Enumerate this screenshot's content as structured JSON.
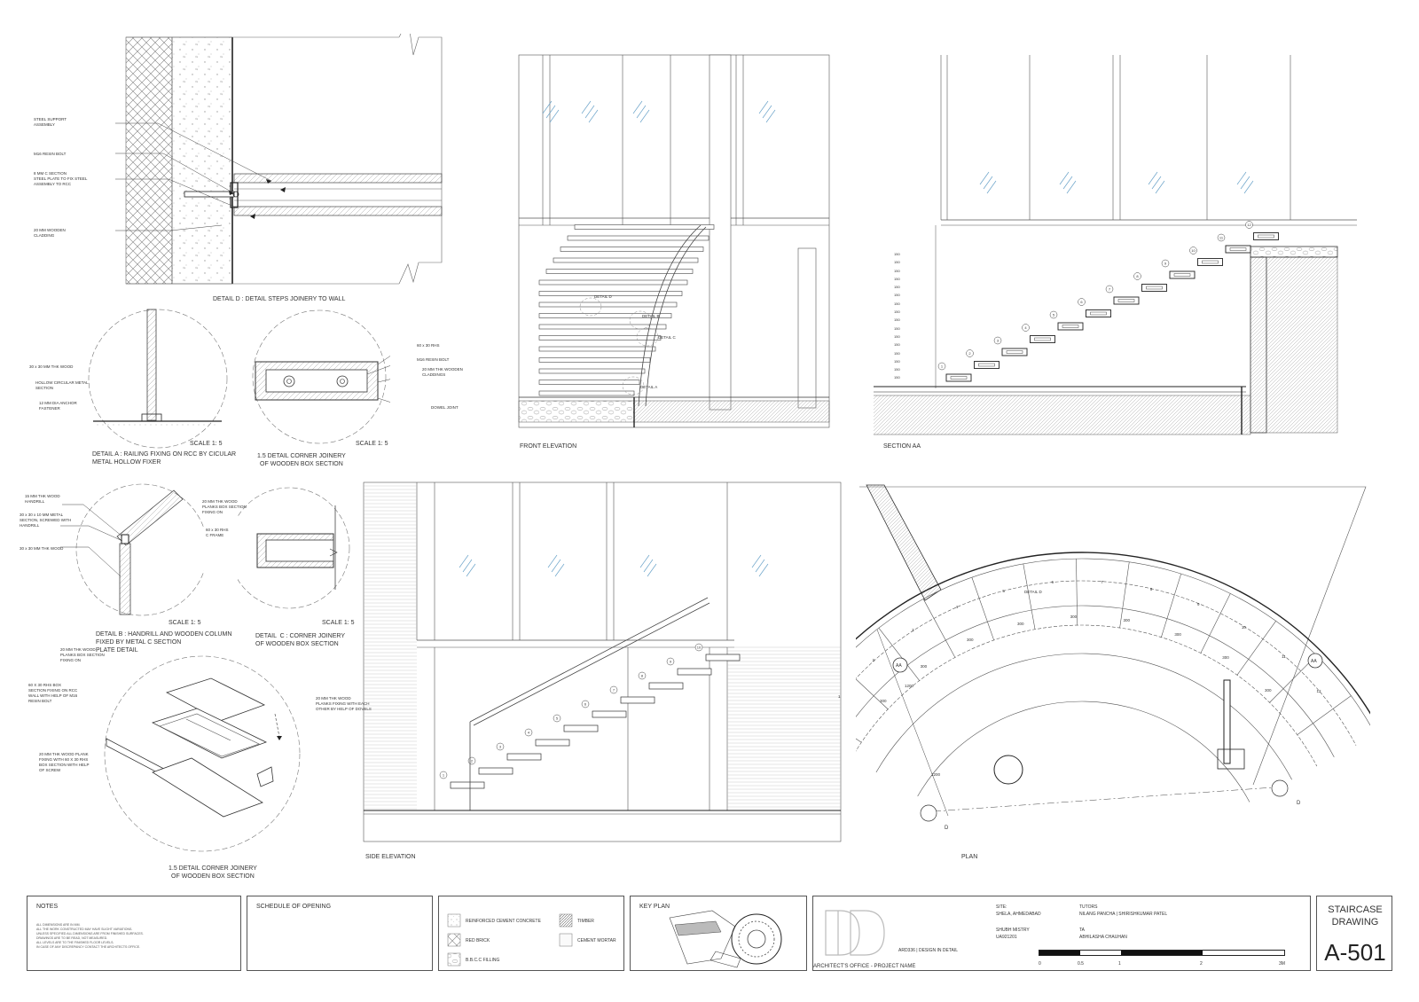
{
  "detail_d": {
    "title": "DETAIL D : DETAIL STEPS JOINERY TO WALL",
    "notes": [
      "STEEL SUPPORT\nASSEMBLY",
      "M16 RESIN BOLT",
      "8 MM C SECTION\nSTEEL PLATE TO FIX STEEL\nASSEMBLY TO RCC",
      "20 MM WOODEN\nCLADDING"
    ]
  },
  "detail_a": {
    "title": "DETAIL A : RAILING FIXING ON RCC BY CICULAR\nMETAL HOLLOW FIXER",
    "scale": "SCALE 1: 5",
    "notes": [
      "30 x 30 MM THK WOOD",
      "HOLLOW CIRCULAR METAL\nSECTION",
      "12 MM DIA ANCHOR\nFASTENER"
    ]
  },
  "detail_box": {
    "title": "1.5 DETAIL CORNER JOINERY\nOF WOODEN BOX SECTION",
    "scale": "SCALE 1: 5",
    "notes": [
      "60 x 30 RHS",
      "M16 RESIN BOLT",
      "20 MM THK WOODEN\nCLADDINGS",
      "DOWEL JOINT"
    ]
  },
  "detail_b": {
    "title": "DETAIL B : HANDRILL AND WOODEN COLUMN\nFIXED BY METAL C SECTION\nPLATE DETAIL",
    "scale": "SCALE 1: 5",
    "notes": [
      "15 MM THK WOOD\nHANDRILL",
      "30 x 30 x 10 MM METAL\nSECTION, SCREWED WITH\nHANDRILL",
      "30 x 30 MM THK WOOD"
    ]
  },
  "detail_c": {
    "title": "DETAIL  C : CORNER JOINERY\nOF WOODEN BOX SECTION",
    "scale": "SCALE 1: 5",
    "notes": [
      "20 MM THK WOOD\nPLANKS BOX SECTION\nFIXING ON",
      "60 x 30 RHS\nC FRAME"
    ]
  },
  "detail_iso": {
    "title": "1.5 DETAIL CORNER JOINERY\nOF WOODEN BOX SECTION",
    "notes": [
      "20 MM THK WOOD\nPLANKS BOX SECTION\nFIXING ON",
      "60 X 30 RHS BOX\nSECTION FIXING ON RCC\nWALL WITH HELP OF M16\nRESIN BOLT",
      "20 MM THK WOOD PLANK\nFIXING WITH 60 X 30 RHS\nBOX SECTION WITH HELP\nOF SCREW",
      "20 MM THK WOOD\nPLANKS FIXING WITH EACH\nOTHER BY HELP OF DOVELS"
    ]
  },
  "front_elevation": {
    "label": "FRONT ELEVATION",
    "tags": [
      "DETAIL D",
      "DETAIL B",
      "DETAIL C",
      "DETAIL A"
    ]
  },
  "section_aa": {
    "label": "SECTION AA",
    "riser": "150",
    "riser_count": 16,
    "step_numbers": [
      "1",
      "2",
      "3",
      "4",
      "5",
      "6",
      "7",
      "8",
      "9",
      "10",
      "11",
      "12"
    ]
  },
  "side_elevation": {
    "label": "SIDE ELEVATION",
    "step_numbers": [
      "1",
      "2",
      "3",
      "4",
      "5",
      "6",
      "7",
      "8",
      "9",
      "10"
    ]
  },
  "plan": {
    "label": "PLAN",
    "detail_tag": "DETAIL D",
    "section_marker": "AA",
    "grid_marker": "D",
    "dims": [
      "1200",
      "1200"
    ],
    "tread_dims": [
      "300",
      "300",
      "300",
      "300",
      "300",
      "300",
      "300",
      "300",
      "300"
    ],
    "step_numbers": [
      "1",
      "2",
      "3",
      "4",
      "5",
      "6",
      "7",
      "8",
      "9",
      "10",
      "11",
      "12"
    ]
  },
  "titleblock": {
    "notes_title": "NOTES",
    "notes_lines": [
      "ALL DIMENSIONS ARE IN MM.",
      "ALL THE WORK CONSTRUCTED MAY HAVE SLIGHT VARIATIONS.",
      "UNLESS SPECIFIED ALL DIMENSIONS ARE FROM FINISHED SURFACES.",
      "DRAWINGS ARE TO BE READ, NOT MEASURED.",
      "ALL LEVELS ARE TO THE FINISHED FLOOR LEVELS.",
      "IN CASE OF ANY DISCREPANCY CONTACT THE ARCHITECTS OFFICE."
    ],
    "schedule_title": "SCHEDULE OF OPENING",
    "legend": [
      {
        "name": "REINFORCED CEMENT CONCRETE",
        "pattern": "rcc"
      },
      {
        "name": "RED BRICK",
        "pattern": "brick"
      },
      {
        "name": "B.B.C.C FILLING",
        "pattern": "bbcc"
      },
      {
        "name": "TIMBER",
        "pattern": "timber"
      },
      {
        "name": "CEMENT MORTAR",
        "pattern": "mortar"
      }
    ],
    "key_plan": "KEY PLAN",
    "course": "ARD336  |  DESIGN IN DETAIL",
    "office": "ARCHITECT'S OFFICE - PROJECT NAME",
    "site_label": "SITE:",
    "site": "SHELA, AHMEDABAD",
    "student": "SHUBH MISTRY",
    "student_id": "UA921201",
    "tutors_label": "TUTORS",
    "tutors": "NILANG PANCHA  |  SHIRISHKUMAR PATEL",
    "ta_label": "TA",
    "ta": "ABHILASHA CHAUHAN",
    "scale_ticks": [
      "0",
      "0.5",
      "1",
      "2",
      "3M"
    ],
    "sheet_title": "STAIRCASE\nDRAWING",
    "sheet_number": "A-501"
  }
}
